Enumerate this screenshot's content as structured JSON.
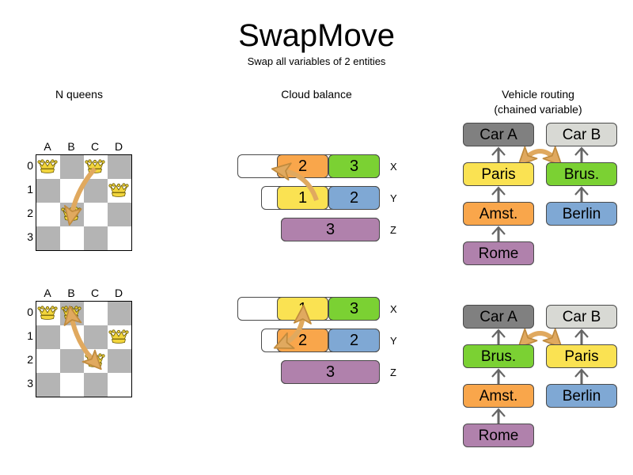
{
  "header": {
    "title": "SwapMove",
    "subtitle": "Swap all variables of 2 entities"
  },
  "columns": {
    "nqueens": "N queens",
    "cloud": "Cloud balance",
    "vrp_line1": "Vehicle routing",
    "vrp_line2": "(chained variable)"
  },
  "colors": {
    "orange": "#f9a64b",
    "green": "#7bd133",
    "yellow": "#fae252",
    "blue": "#7fa8d4",
    "purple": "#b081ac",
    "gray_dark": "#808080",
    "gray_light": "#d8d9d4",
    "cell_gray": "#b4b4b4",
    "cell_white": "#ffffff",
    "arrow": "#e0a95f",
    "arrow_stroke": "#c08b3e",
    "queen_gold": "#f2d53c",
    "edge": "#4a4a4a"
  },
  "nqueens": {
    "files": [
      "A",
      "B",
      "C",
      "D"
    ],
    "ranks": [
      "0",
      "1",
      "2",
      "3"
    ],
    "before": {
      "queens": [
        {
          "file": 0,
          "rank": 0
        },
        {
          "file": 2,
          "rank": 0
        },
        {
          "file": 3,
          "rank": 1
        },
        {
          "file": 1,
          "rank": 2
        }
      ],
      "swap_arrow": {
        "from": {
          "file": 2,
          "rank": 0
        },
        "to": {
          "file": 1,
          "rank": 2
        },
        "double": false
      }
    },
    "after": {
      "queens": [
        {
          "file": 0,
          "rank": 0
        },
        {
          "file": 1,
          "rank": 0
        },
        {
          "file": 3,
          "rank": 1
        },
        {
          "file": 2,
          "rank": 2
        }
      ],
      "swap_arrow": {
        "from": {
          "file": 1,
          "rank": 0
        },
        "to": {
          "file": 2,
          "rank": 2
        },
        "double": true
      }
    }
  },
  "cloud": {
    "before": {
      "rows": [
        {
          "label": "X",
          "segments": [
            {
              "value": "2",
              "color": "#f9a64b"
            },
            {
              "value": "3",
              "color": "#7bd133"
            }
          ]
        },
        {
          "label": "Y",
          "segments": [
            {
              "value": "1",
              "color": "#fae252"
            },
            {
              "value": "2",
              "color": "#7fa8d4"
            }
          ]
        },
        {
          "label": "Z",
          "segments": [
            {
              "value": "3",
              "color": "#b081ac"
            }
          ]
        }
      ]
    },
    "after": {
      "rows": [
        {
          "label": "X",
          "segments": [
            {
              "value": "1",
              "color": "#fae252"
            },
            {
              "value": "3",
              "color": "#7bd133"
            }
          ]
        },
        {
          "label": "Y",
          "segments": [
            {
              "value": "2",
              "color": "#f9a64b"
            },
            {
              "value": "2",
              "color": "#7fa8d4"
            }
          ]
        },
        {
          "label": "Z",
          "segments": [
            {
              "value": "3",
              "color": "#b081ac"
            }
          ]
        }
      ]
    }
  },
  "vrp": {
    "before": {
      "left_chain": [
        {
          "label": "Car A",
          "color": "#808080"
        },
        {
          "label": "Paris",
          "color": "#fae252"
        },
        {
          "label": "Amst.",
          "color": "#f9a64b"
        },
        {
          "label": "Rome",
          "color": "#b081ac"
        }
      ],
      "right_chain": [
        {
          "label": "Car B",
          "color": "#d8d9d4"
        },
        {
          "label": "Brus.",
          "color": "#7bd133"
        },
        {
          "label": "Berlin",
          "color": "#7fa8d4"
        }
      ],
      "swap_between": [
        "Paris",
        "Brus."
      ]
    },
    "after": {
      "left_chain": [
        {
          "label": "Car A",
          "color": "#808080"
        },
        {
          "label": "Brus.",
          "color": "#7bd133"
        },
        {
          "label": "Amst.",
          "color": "#f9a64b"
        },
        {
          "label": "Rome",
          "color": "#b081ac"
        }
      ],
      "right_chain": [
        {
          "label": "Car B",
          "color": "#d8d9d4"
        },
        {
          "label": "Paris",
          "color": "#fae252"
        },
        {
          "label": "Berlin",
          "color": "#7fa8d4"
        }
      ],
      "swap_between": [
        "Brus.",
        "Paris"
      ]
    }
  }
}
